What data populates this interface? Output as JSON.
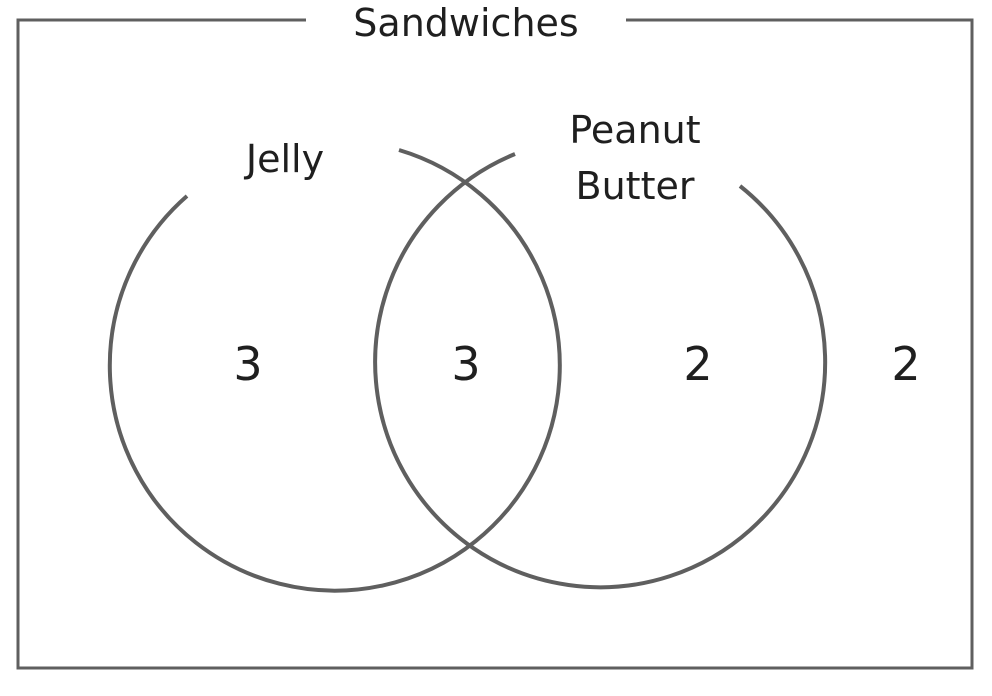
{
  "diagram": {
    "title": "Sandwiches",
    "sets": [
      {
        "id": "jelly",
        "label_lines": [
          "Jelly"
        ]
      },
      {
        "id": "peanut-butter",
        "label_lines": [
          "Peanut",
          "Butter"
        ]
      }
    ],
    "regions": {
      "jelly_only": "3",
      "both": "3",
      "peanut_butter_only": "2",
      "neither": "2"
    }
  },
  "colors": {
    "stroke": "#5f5f5f",
    "text": "#1f1f1f",
    "background": "#ffffff"
  }
}
